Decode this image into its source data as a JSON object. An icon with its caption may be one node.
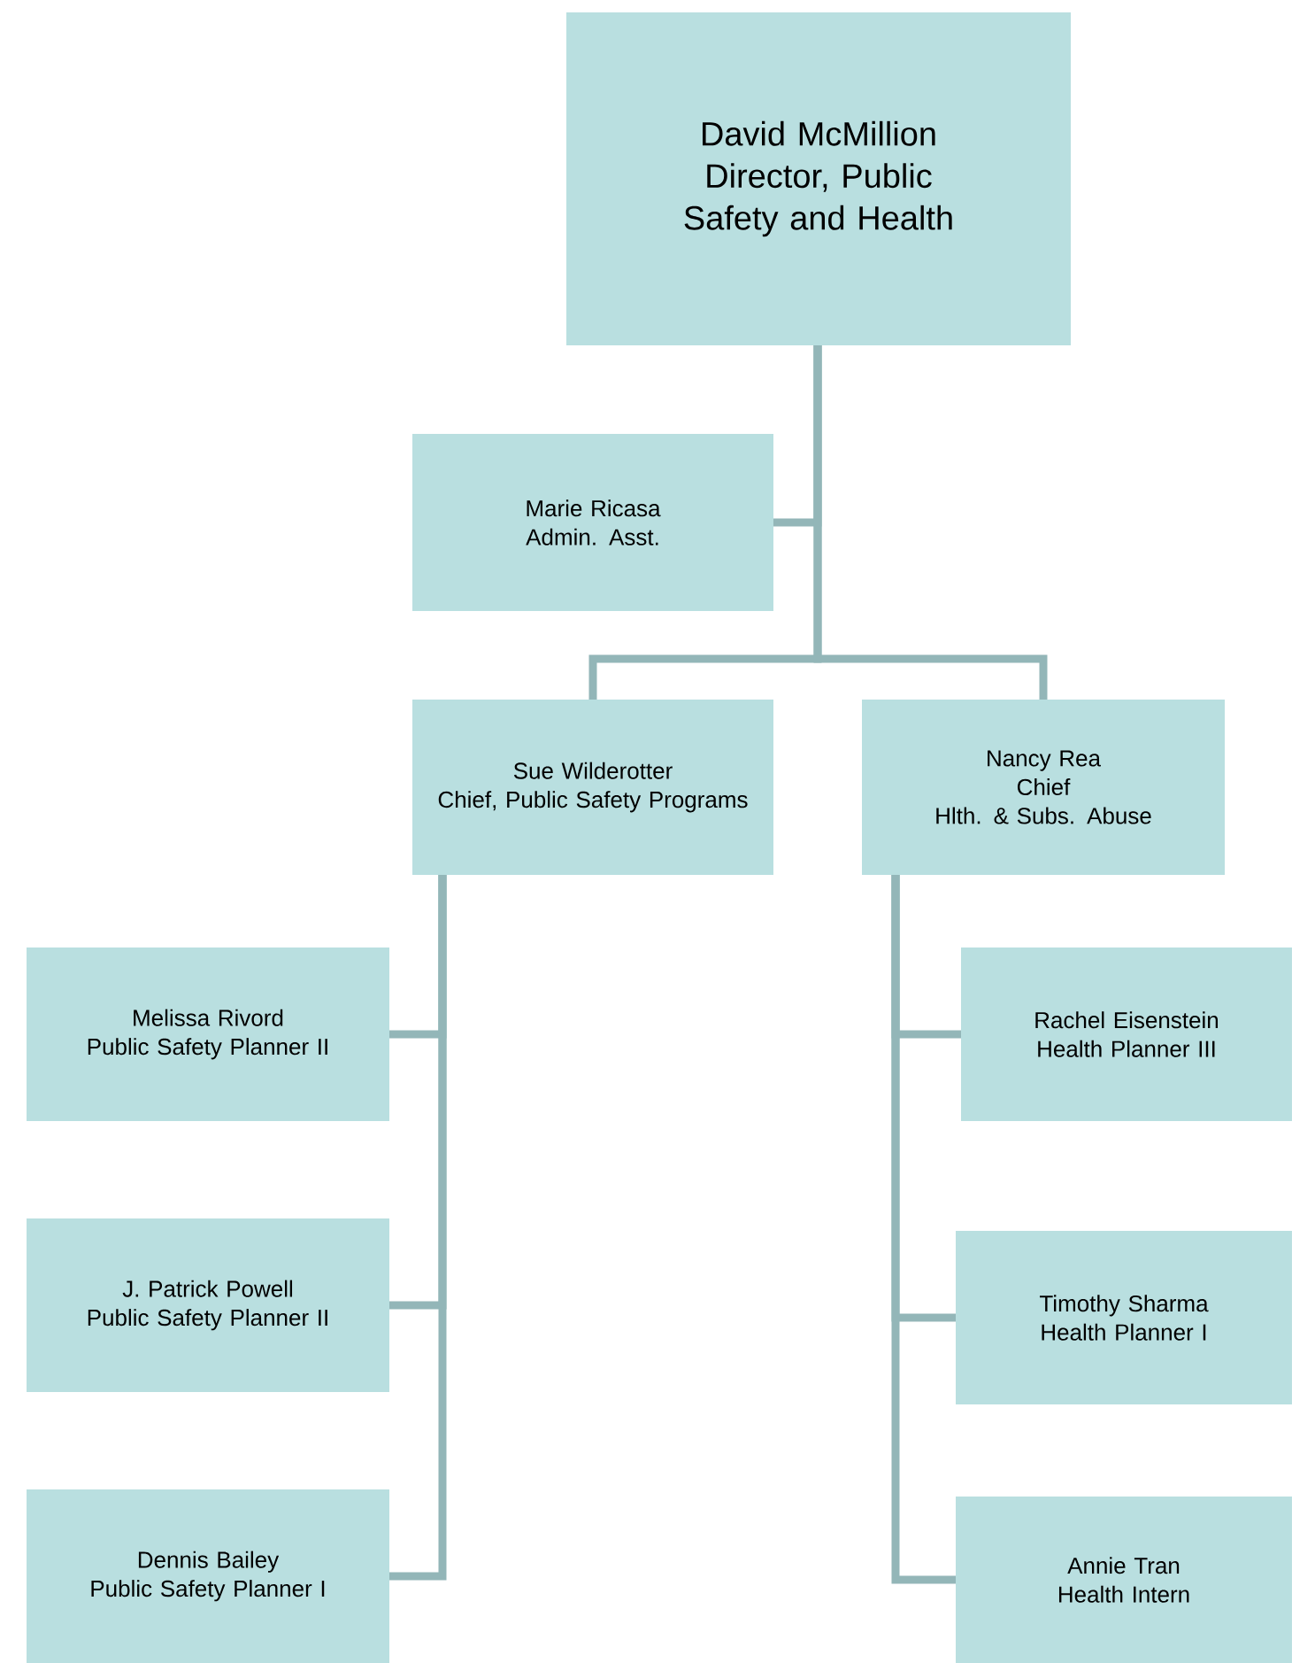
{
  "diagram": {
    "nodes": [
      {
        "text": [
          "David McMillion",
          "Director, Public Safety and Health"
        ]
      },
      {
        "text": [
          "Marie Ricasa",
          "Admin. Asst."
        ]
      },
      {
        "text": [
          "Sue Wilderotter",
          "Chief, Public Safety Programs"
        ]
      },
      {
        "text": [
          "Nancy Rea",
          "Chief",
          "Hlth. & Subs. Abuse"
        ]
      },
      {
        "text": [
          "Melissa Rivord",
          "Public Safety Planner II"
        ]
      },
      {
        "text": [
          "J. Patrick Powell",
          "Public Safety Planner II"
        ]
      },
      {
        "text": [
          "Dennis Bailey",
          "Public Safety Planner I"
        ]
      },
      {
        "text": [
          "Rachel Eisenstein",
          "Health Planner III"
        ]
      },
      {
        "text": [
          "Timothy Sharma",
          "Health Planner I"
        ]
      },
      {
        "text": [
          "Annie Tran",
          "Health Intern"
        ]
      }
    ],
    "edges": [
      {
        "from": 0,
        "to": 1,
        "arrow": "none"
      },
      {
        "from": 0,
        "to": 2,
        "arrow": "none"
      },
      {
        "from": 0,
        "to": 3,
        "arrow": "none"
      },
      {
        "from": 2,
        "to": 4,
        "arrow": "none"
      },
      {
        "from": 2,
        "to": 5,
        "arrow": "none"
      },
      {
        "from": 2,
        "to": 6,
        "arrow": "none"
      },
      {
        "from": 3,
        "to": 7,
        "arrow": "none"
      },
      {
        "from": 3,
        "to": 8,
        "arrow": "none"
      },
      {
        "from": 3,
        "to": 9,
        "arrow": "none"
      }
    ]
  }
}
